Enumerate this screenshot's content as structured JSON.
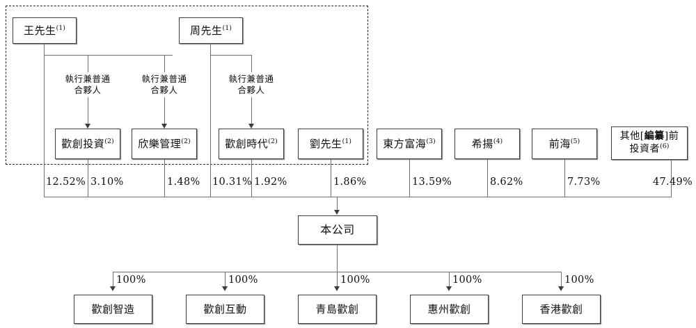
{
  "diagram": {
    "title": "Shareholding structure chart",
    "group_outline_name": "dashed-grouping-box",
    "ink_color": "#3c3c3c",
    "line_color": "#6e6e6e",
    "background": "#ffffff"
  },
  "tier1": [
    {
      "id": "wang",
      "name": "王先生",
      "note": "(1)"
    },
    {
      "id": "zhou",
      "name": "周先生",
      "note": "(1)"
    }
  ],
  "connector_labels": [
    {
      "id": "gp1",
      "line1": "執行兼普通",
      "line2": "合夥人"
    },
    {
      "id": "gp2",
      "line1": "執行兼普通",
      "line2": "合夥人"
    },
    {
      "id": "gp3",
      "line1": "執行兼普通",
      "line2": "合夥人"
    }
  ],
  "tier2": [
    {
      "id": "huanchuang-investment",
      "name": "歡創投資",
      "note": "(2)",
      "percent": "3.10%"
    },
    {
      "id": "xinle-management",
      "name": "欣樂管理",
      "note": "(2)",
      "percent": "1.48%"
    },
    {
      "id": "huanchuang-times",
      "name": "歡創時代",
      "note": "(2)",
      "percent": "1.92%"
    },
    {
      "id": "liu",
      "name": "劉先生",
      "note": "(1)",
      "percent": "1.86%"
    },
    {
      "id": "dongfang-fuhai",
      "name": "東方富海",
      "note": "(3)",
      "percent": "13.59%"
    },
    {
      "id": "xiyang",
      "name": "希揚",
      "note": "(4)",
      "percent": "8.62%"
    },
    {
      "id": "qianhai",
      "name": "前海",
      "note": "(5)",
      "percent": "7.73%"
    }
  ],
  "other_investors": {
    "id": "other-pre-ipo-investors",
    "prefix": "其他[",
    "bracketed": "編纂",
    "suffix": "]前",
    "line2": "投資者",
    "note": "(6)",
    "percent": "47.49%"
  },
  "direct_holdings": [
    {
      "id": "wang-direct",
      "percent": "12.52%"
    }
  ],
  "company": {
    "id": "the-company",
    "name": "本公司"
  },
  "subsidiaries": [
    {
      "id": "huanchuang-zhizao",
      "name": "歡創智造",
      "percent": "100%"
    },
    {
      "id": "huanchuang-hudong",
      "name": "歡創互動",
      "percent": "100%"
    },
    {
      "id": "qingdao-huanchuang",
      "name": "青島歡創",
      "percent": "100%"
    },
    {
      "id": "huizhou-huanchuang",
      "name": "惠州歡創",
      "percent": "100%"
    },
    {
      "id": "hongkong-huanchuang",
      "name": "香港歡創",
      "percent": "100%"
    }
  ]
}
